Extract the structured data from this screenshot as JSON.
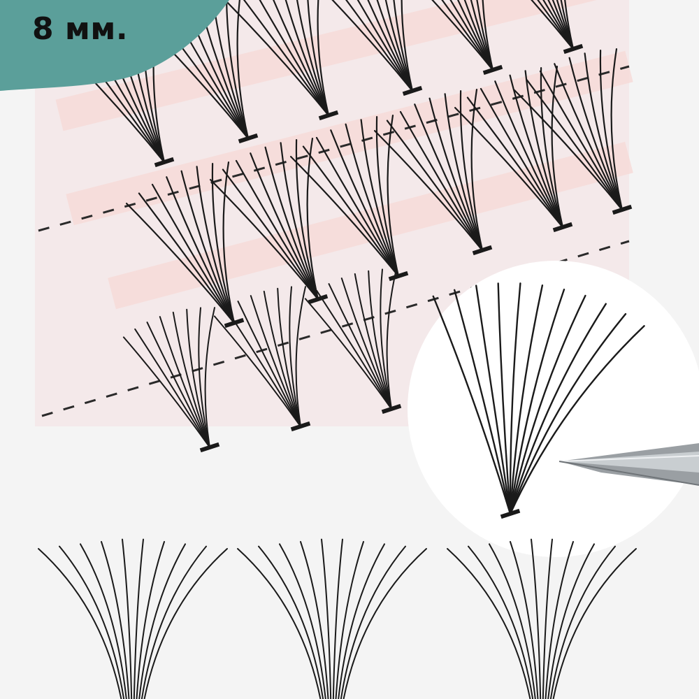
{
  "badge": {
    "label": "8 мм.",
    "background_color": "#5b9f9a",
    "text_color": "#111111"
  },
  "colors": {
    "page_background": "#f4f4f4",
    "tray_background": "#f4e9ea",
    "lash_color": "#1a1a1a",
    "adhesive_strip": "#f7dcd9"
  },
  "illustration": {
    "tray_icon": "lash-tray-photo",
    "zoom_icon": "lash-cluster-with-tweezers",
    "bottom_icons": [
      "lash-cluster-icon",
      "lash-cluster-icon",
      "lash-cluster-icon"
    ]
  }
}
